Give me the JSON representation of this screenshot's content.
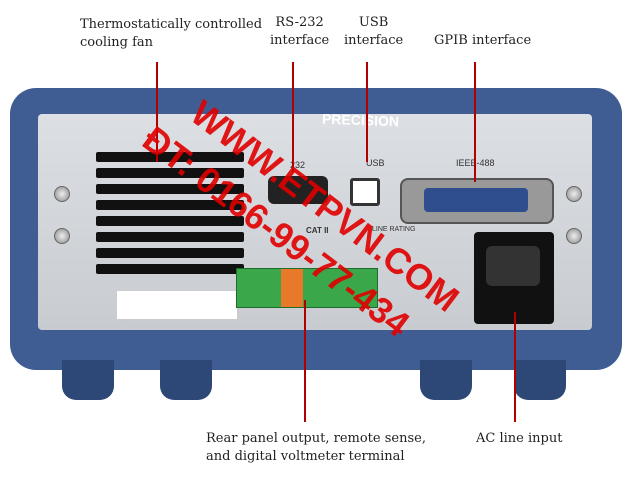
{
  "callouts": {
    "fan": [
      "Thermostatically controlled",
      "cooling fan"
    ],
    "rs232": [
      "RS-232",
      "interface"
    ],
    "usb": [
      "USB",
      "interface"
    ],
    "gpib": "GPIB interface",
    "rear": [
      "Rear panel output, remote sense,",
      "and digital voltmeter terminal"
    ],
    "ac": "AC line input"
  },
  "panel_text": {
    "rs232": "232",
    "usb": "USB",
    "ieee": "IEEE-488",
    "brand": "PRECISION",
    "line_rating": "LINE RATING",
    "cat": "CAT II"
  },
  "watermark": {
    "line1": "WWW.ETPVN.COM",
    "line2": "ĐT: 0166-99-77-434"
  },
  "colors": {
    "panel": "#3f5d93",
    "watermark": "#e00000",
    "leader": "#b00000"
  }
}
